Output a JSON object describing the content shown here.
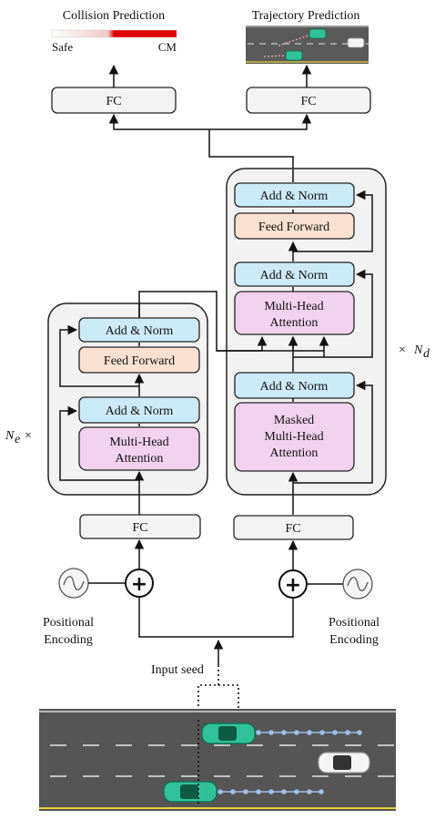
{
  "outputs": {
    "collision": {
      "title": "Collision Prediction",
      "safe": "Safe",
      "cm": "CM"
    },
    "trajectory": {
      "title": "Trajectory Prediction"
    }
  },
  "fc_label": "FC",
  "encoder": {
    "add_norm": "Add & Norm",
    "feed_forward": "Feed Forward",
    "multi_head_l1": "Multi-Head",
    "multi_head_l2": "Attention",
    "repeat_n": "N",
    "repeat_sub": "e",
    "repeat_times": "×"
  },
  "decoder": {
    "add_norm": "Add & Norm",
    "feed_forward": "Feed Forward",
    "multi_head_l1": "Multi-Head",
    "multi_head_l2": "Attention",
    "masked_l1": "Masked",
    "masked_l2": "Multi-Head",
    "masked_l3": "Attention",
    "repeat_times": "×",
    "repeat_n": "N",
    "repeat_sub": "d"
  },
  "positional_encoding": {
    "line1": "Positional",
    "line2": "Encoding"
  },
  "input_seed": "Input seed",
  "plus": "+",
  "colors": {
    "add_norm": "#cdeaf8",
    "feed_forward": "#fbe1d2",
    "attention": "#f2d2ef",
    "fc": "#f3f3f3",
    "block_bg": "#f2f2f2",
    "road": "#555555",
    "car_green": "#2fc29a",
    "dot_blue": "#9cc0ea",
    "dot_red": "#e7a0a0",
    "cm_red": "#e00000"
  }
}
